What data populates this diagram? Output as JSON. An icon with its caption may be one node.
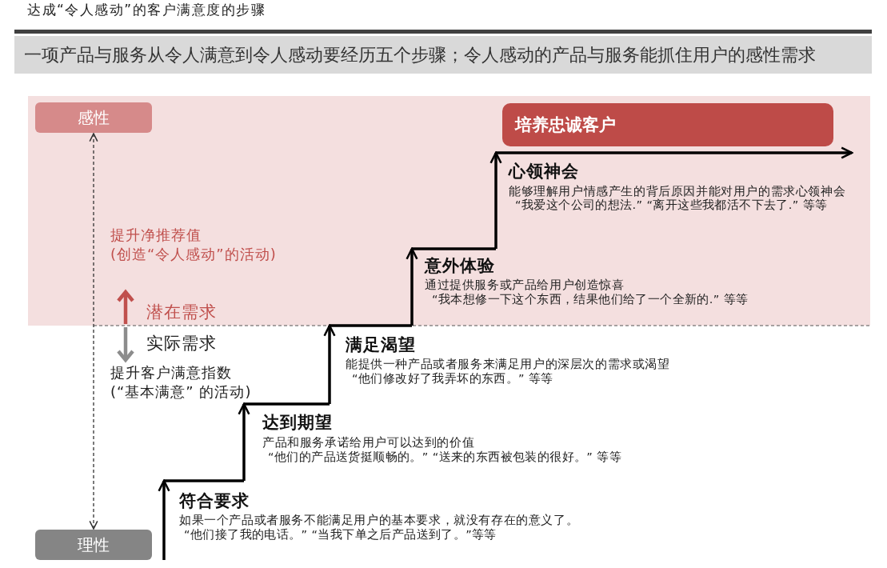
{
  "diagram": {
    "title": "达成“令人感动”的客户满意度的步骤",
    "nodes": [
      {
        "text": [
          "一项产品与服务从令人满意到令人感动要经历五个步骤；令人感动的产品与服务能抓住用户的感性需求"
        ]
      },
      {
        "text": [
          "感性"
        ]
      },
      {
        "text": [
          "培养忠诚客户"
        ]
      },
      {
        "text": [
          "理性"
        ]
      }
    ],
    "edges": [
      {
        "from": 1,
        "to": 3,
        "arrow": "both",
        "style": "dashed"
      }
    ],
    "labels": [
      "提升净推荐值",
      "(创造“令人感动”的活动)",
      "潜在需求",
      "实际需求",
      "提升客户满意指数",
      "(“基本满意” 的活动)",
      "心领神会",
      "能够理解用户情感产生的背后原因并能对用户的需求心领神会",
      "“我爱这个公司的想法.” “离开这些我都活不下去了.” 等等",
      "意外体验",
      "通过提供服务或产品给用户创造惊喜",
      "“我本想修一下这个东西，结果他们给了一个全新的.” 等等",
      "满足渴望",
      "能提供一种产品或者服务来满足用户的深层次的需求或渴望",
      "“他们修改好了我弄坏的东西。” 等等",
      "达到期望",
      "产品和服务承诺给用户可以达到的价值",
      "“他们的产品送货挺顺畅的。” “送来的东西被包装的很好。” 等等",
      "符合要求",
      "如果一个产品或者服务不能满足用户的基本要求，就没有存在的意义了。",
      "“他们接了我的电话。” “当我下单之后产品送到了。”等等"
    ]
  }
}
